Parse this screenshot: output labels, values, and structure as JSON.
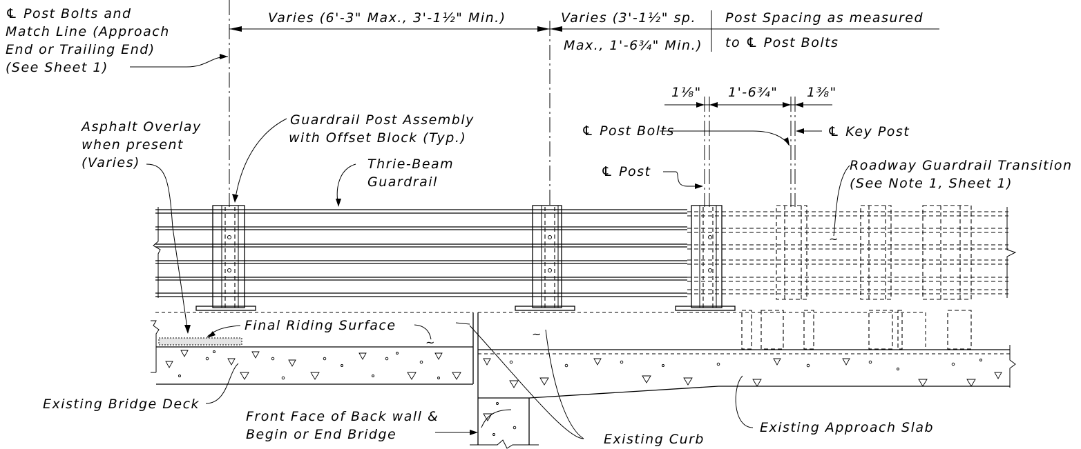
{
  "labels": {
    "cl_post_bolts_match_1": "℄ Post Bolts and",
    "cl_post_bolts_match_2": "Match Line (Approach",
    "cl_post_bolts_match_3": "End or Trailing End)",
    "cl_post_bolts_match_4": "(See Sheet 1)",
    "varies_main": "Varies (6'-3\" Max., 3'-1½\" Min.)",
    "varies_sp_1": "Varies (3'-1½\" sp.",
    "varies_sp_2": "Max., 1'-6¾\" Min.)",
    "post_spacing_1": "Post Spacing as measured",
    "post_spacing_2": "to ℄ Post Bolts",
    "dim_1": "1⅛\"",
    "dim_2": "1'-6¾\"",
    "dim_3": "1⅜\"",
    "asphalt_1": "Asphalt Overlay",
    "asphalt_2": "when present",
    "asphalt_3": "(Varies)",
    "gpa_1": "Guardrail Post Assembly",
    "gpa_2": "with Offset Block (Typ.)",
    "thrie_1": "Thrie-Beam",
    "thrie_2": "Guardrail",
    "cl_post_bolts": "℄ Post Bolts",
    "cl_key_post": "℄ Key Post",
    "cl_post": "℄ Post",
    "transition_1": "Roadway Guardrail Transition",
    "transition_2": "(See Note 1, Sheet 1)",
    "final_riding": "Final Riding Surface",
    "bridge_deck": "Existing Bridge Deck",
    "front_face_1": "Front Face of Back wall &",
    "front_face_2": "Begin or End Bridge",
    "curb": "Existing Curb",
    "approach_slab": "Existing Approach Slab"
  }
}
